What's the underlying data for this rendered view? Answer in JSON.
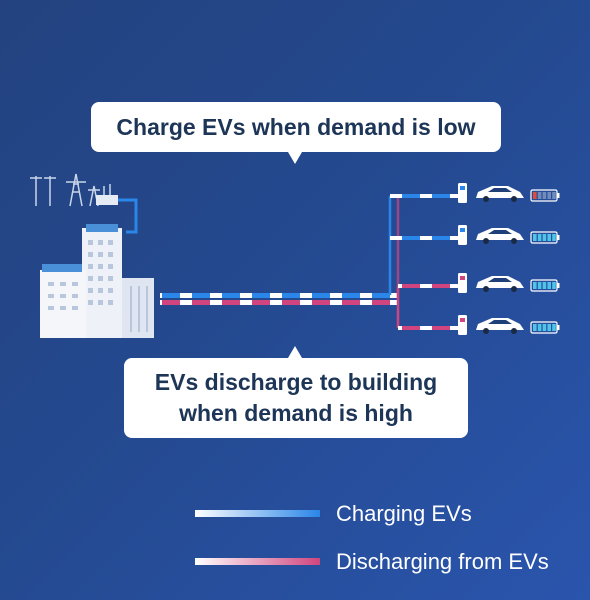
{
  "callouts": {
    "charge_low": "Charge EVs when demand is low",
    "discharge_high_line1": "EVs discharge to building",
    "discharge_high_line2": "when demand is high"
  },
  "legend": {
    "charging": "Charging EVs",
    "discharging": "Discharging from EVs"
  },
  "ev_rows": [
    {
      "flow": "charging",
      "battery_level": 0.2,
      "battery_color": "#e04b3a"
    },
    {
      "flow": "charging",
      "battery_level": 1.0,
      "battery_color": "#4fc3e8"
    },
    {
      "flow": "discharging",
      "battery_level": 1.0,
      "battery_color": "#4fc3e8"
    },
    {
      "flow": "discharging",
      "battery_level": 1.0,
      "battery_color": "#4fc3e8"
    }
  ],
  "colors": {
    "charging_line": "#2a86e8",
    "discharging_line": "#d0457f",
    "callout_text": "#1d3557",
    "background": "#24498f"
  }
}
